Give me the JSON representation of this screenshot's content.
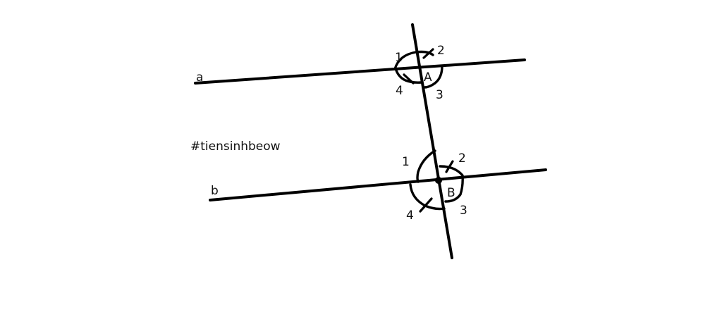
{
  "lines": {
    "a": "a",
    "b": "b"
  },
  "points": {
    "A": "A",
    "B": "B"
  },
  "angles_A": [
    "1",
    "2",
    "3",
    "4"
  ],
  "angles_B": [
    "1",
    "2",
    "3",
    "4"
  ],
  "watermark": "#tiensinhbeow",
  "colors": {
    "stroke": "#000000",
    "background": "#ffffff"
  }
}
